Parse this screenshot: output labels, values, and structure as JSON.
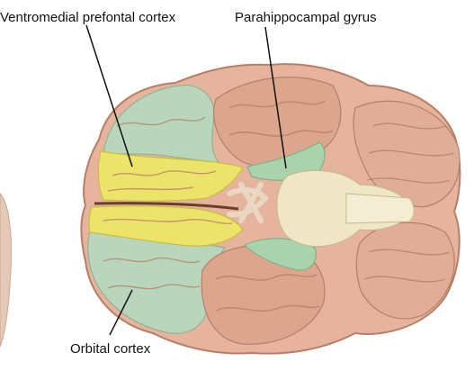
{
  "labels": {
    "vmpfc": "Ventromedial prefontal cortex",
    "parahippocampal": "Parahippocampal gyrus",
    "orbital": "Orbital cortex"
  },
  "colors": {
    "background": "#ffffff",
    "brain_tissue": "#e6b39c",
    "brain_tissue_shadow": "#c98f78",
    "vmpfc_highlight": "#ece36a",
    "orbital_highlight": "#b9d6bd",
    "parahippocampal_highlight": "#a8d3ac",
    "brainstem": "#efe6c6",
    "leader_line": "#111111"
  }
}
